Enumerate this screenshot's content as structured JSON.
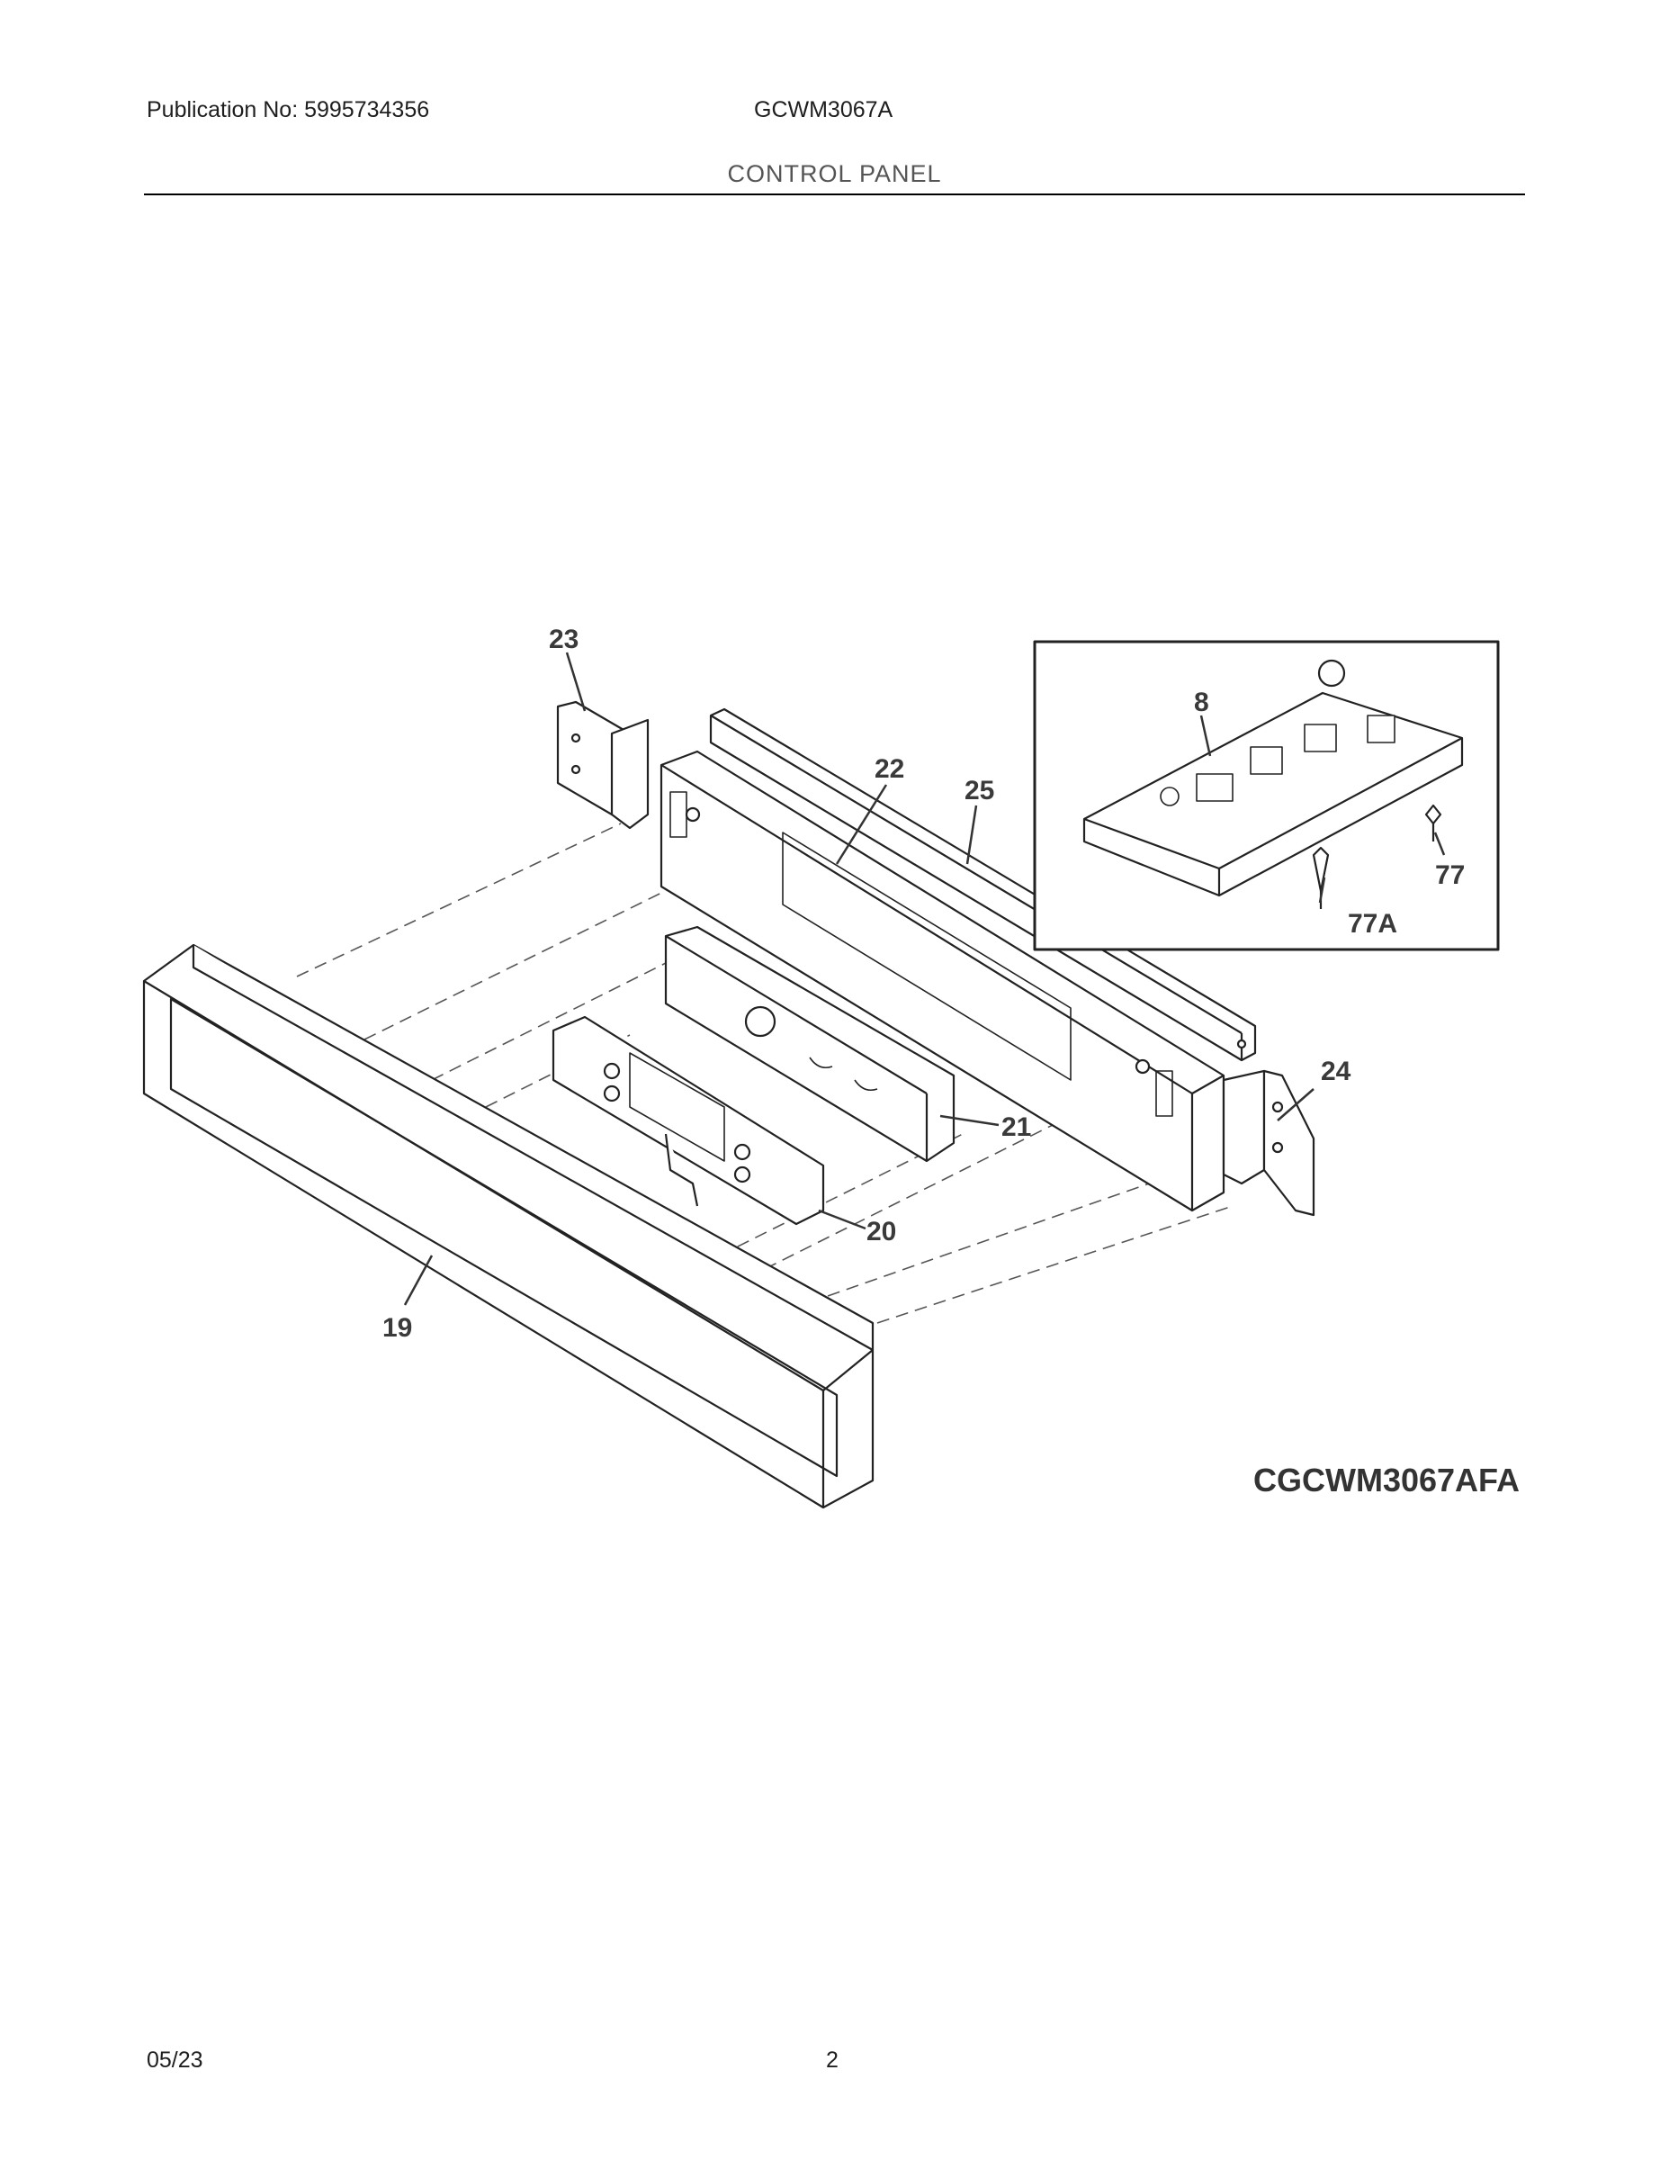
{
  "header": {
    "publication": "Publication No: 5995734356",
    "model": "GCWM3067A",
    "section_title": "CONTROL PANEL"
  },
  "diagram": {
    "callouts": {
      "c19": "19",
      "c20": "20",
      "c21": "21",
      "c22": "22",
      "c23": "23",
      "c24": "24",
      "c25": "25",
      "c8": "8",
      "c77": "77",
      "c77a": "77A"
    },
    "drawing_code": "CGCWM3067AFA"
  },
  "footer": {
    "date": "05/23",
    "page_number": "2"
  }
}
